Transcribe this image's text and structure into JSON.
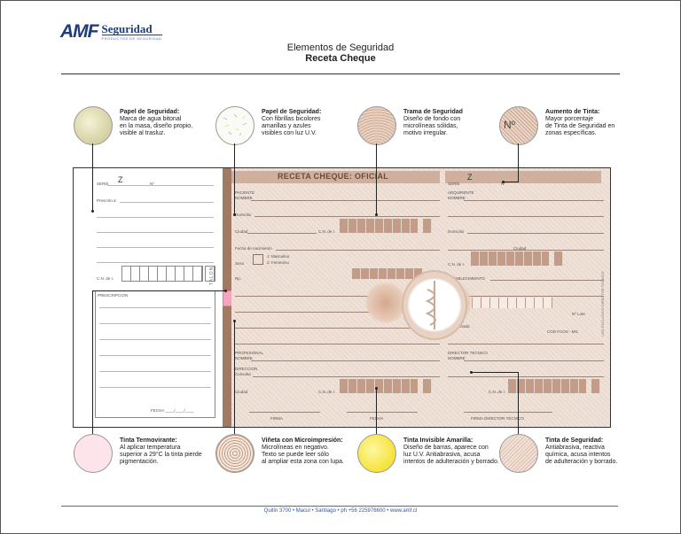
{
  "brand": {
    "name": "AMF",
    "suffix": "Seguridad",
    "tagline": "PRODUCTOS DE SEGURIDAD"
  },
  "header": {
    "title": "Elementos de Seguridad",
    "subtitle": "Receta Cheque"
  },
  "features_top": [
    {
      "title": "Papel de Seguridad:",
      "lines": [
        "Marca de agua bitonal",
        "en la masa, diseño propio,",
        "visible al trasluz."
      ]
    },
    {
      "title": "Papel de Seguridad:",
      "lines": [
        "Con fibrillas bicolores",
        "amarillas y azules",
        "visibles con luz U.V."
      ]
    },
    {
      "title": "Trama de Seguridad",
      "lines": [
        "Diseño de fondo con",
        "microlíneas sólidas,",
        "motivo irregular."
      ]
    },
    {
      "title": "Aumento de Tinta:",
      "lines": [
        "Mayor porcentaje",
        "de Tinta de Seguridad en",
        "zonas específicas."
      ]
    }
  ],
  "features_bottom": [
    {
      "title": "Tinta Termovirante:",
      "lines": [
        "Al aplicar temperatura",
        "superior a 29°C la tinta pierde",
        "pigmentación."
      ]
    },
    {
      "title": "Viñeta con Microimpresión:",
      "lines": [
        "Microlíneas en negativo.",
        "Texto se puede leer sólo",
        "al ampliar esta zona con lupa."
      ]
    },
    {
      "title": "Tinta Invisible Amarilla:",
      "lines": [
        "Diseño de barras, aparece con",
        "luz U.V.  Antiabrasiva, acusa",
        "intentos de adulteración y borrado."
      ]
    },
    {
      "title": "Tinta de Seguridad:",
      "lines": [
        "Antiabrasiva, reactiva",
        "química, acusa intentos",
        "de adulteración y borrado."
      ]
    }
  ],
  "circle_glyph": "Nº",
  "cheque": {
    "title": "RECETA CHEQUE: OFICIAL",
    "stub": {
      "serie": "SERIE",
      "z": "Z",
      "no": "Nº",
      "prescrito": "Prescrito a:",
      "cn": "C.N. de I.",
      "prescripcion": "PRESCRIPCION",
      "fecha": "FECHA ____/____/____",
      "talon": "TALON"
    },
    "left": {
      "paciente": "PACIENTE",
      "nombre": "NOMBRE",
      "domicilio": "Domicilio",
      "ciudad": "Ciudad",
      "cn": "C.N. de I.",
      "fecha_nac": "Fecha de nacimiento",
      "sexo": "Sexo",
      "masc": "1: Masculino",
      "fem": "2: Femenino",
      "rp": "Rp.",
      "profesional": "PROFESIONAL",
      "nombre2": "NOMBRE",
      "direccion": "DIRECCION",
      "consulta": "Consulta",
      "ciudad2": "Ciudad",
      "cn2": "C.N. de I.",
      "firma": "FIRMA",
      "fecha": "FECHA"
    },
    "right": {
      "serie": "SERIE",
      "z": "Z",
      "no": "Nº",
      "adquirente": "ADQUIRENTE",
      "nombre": "NOMBRE",
      "domicilio": "Domicilio",
      "ciudad": "Ciudad",
      "cn": "C.N. de I.",
      "establecimiento": "ESTABLECIMIENTO",
      "rut": "R.U.T.",
      "nlote": "Nº Lote",
      "cantidad": "Cantidad",
      "despachada": "despachada",
      "cod": "COD FCOS - MG",
      "director": "DIRECTOR TECNICO",
      "nombre2": "NOMBRE",
      "cn2": "C.N. de I.",
      "firma_dir": "FIRMA DIRECTOR TECNICO",
      "vertical": "USO EXCLUSIVO DIRECTOR TECNICO"
    }
  },
  "footer": "Quilín 3700 • Macul • Santiago • ph +56 225976600 • www.amf.cl"
}
